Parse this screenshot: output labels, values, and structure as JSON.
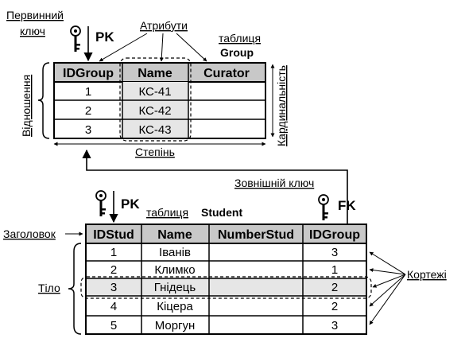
{
  "labels": {
    "primary_key_line1": "Первинний",
    "primary_key_line2": "ключ",
    "attributes": "Атрибути",
    "group_table_word": "таблиця",
    "group_table_name": "Group",
    "relation": "Відношення",
    "cardinality": "Кардинальність",
    "degree": "Степінь",
    "foreign_key": "Зовнішній ключ",
    "student_table_word": "таблиця",
    "student_table_name": "Student",
    "header": "Заголовок",
    "body": "Тіло",
    "tuples": "Кортежі",
    "pk_top": "PK",
    "pk_bottom": "PK",
    "fk": "FK"
  },
  "group_table": {
    "columns": [
      "IDGroup",
      "Name",
      "Curator"
    ],
    "rows": [
      [
        "1",
        "КС-41",
        ""
      ],
      [
        "2",
        "КС-42",
        ""
      ],
      [
        "3",
        "КС-43",
        ""
      ]
    ]
  },
  "student_table": {
    "columns": [
      "IDStud",
      "Name",
      "NumberStud",
      "IDGroup"
    ],
    "rows": [
      [
        "1",
        "Іванів",
        "",
        "3"
      ],
      [
        "2",
        "Климко",
        "",
        "1"
      ],
      [
        "3",
        "Гнідець",
        "",
        "2"
      ],
      [
        "4",
        "Кіцера",
        "",
        "2"
      ],
      [
        "5",
        "Моргун",
        "",
        "3"
      ]
    ]
  },
  "colors": {
    "header_fill": "#c8c8c8",
    "highlight_fill": "#e6e6e6",
    "line": "#000000"
  }
}
